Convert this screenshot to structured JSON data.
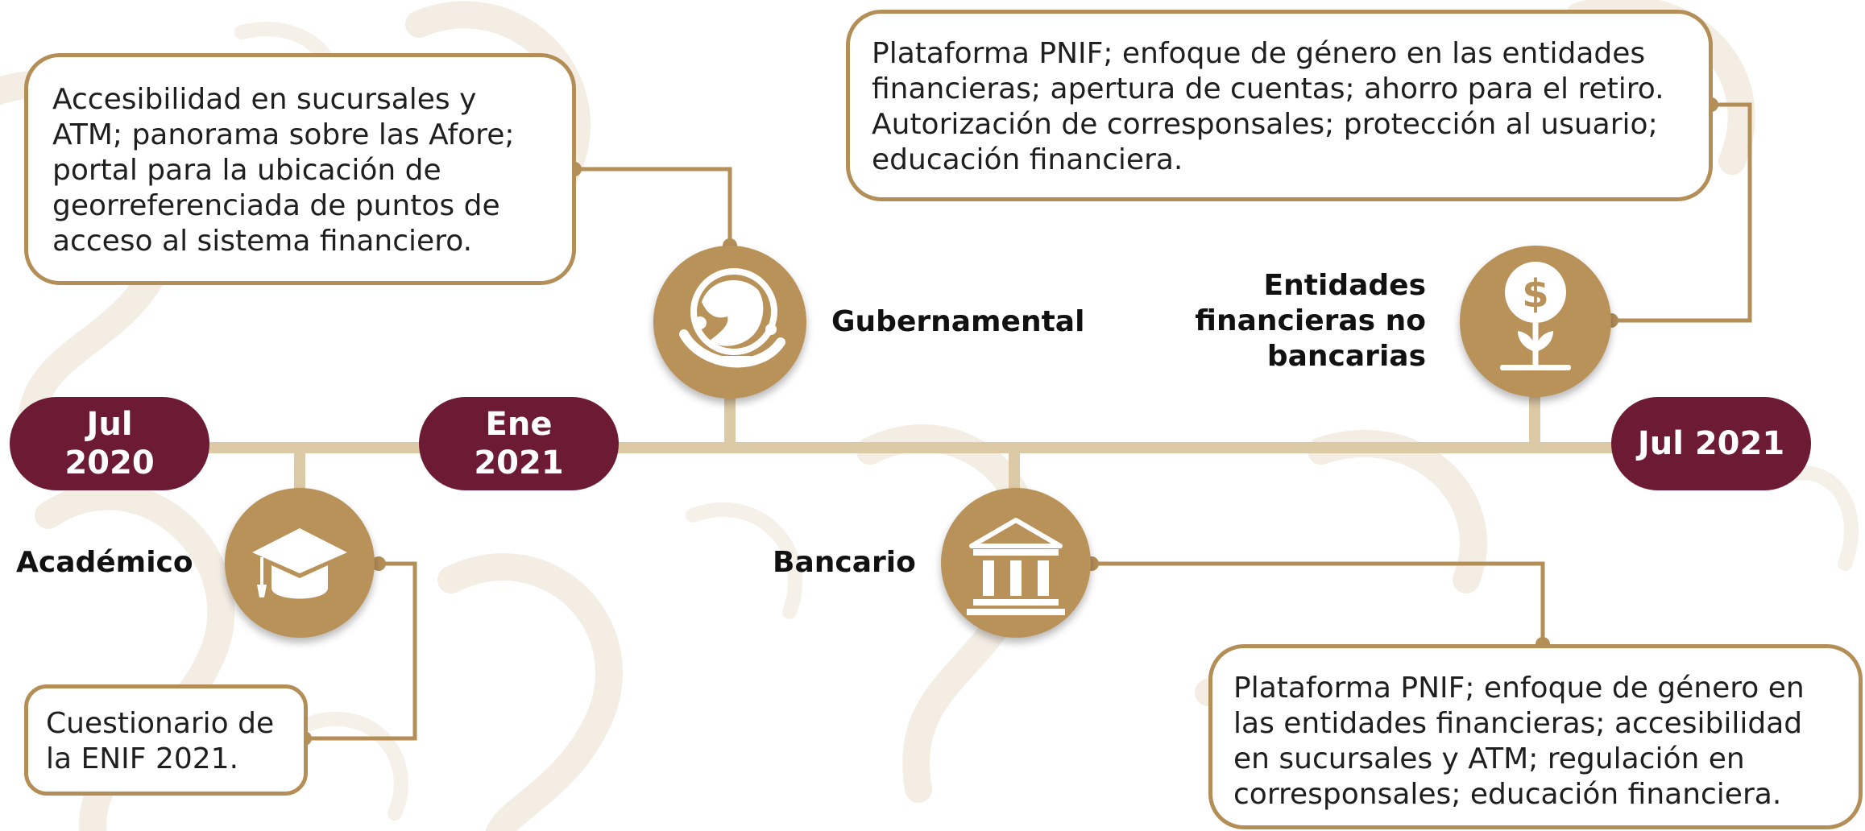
{
  "colors": {
    "accent_gold": "#b48e57",
    "icon_gold": "#b9925a",
    "timeline_beige": "#dcc9a5",
    "date_maroon": "#6d1a34",
    "text_dark": "#1f1f1f"
  },
  "dates": {
    "start": {
      "line1": "Jul",
      "line2": "2020"
    },
    "mid": {
      "line1": "Ene",
      "line2": "2021"
    },
    "end": {
      "line1": "Jul 2021"
    }
  },
  "categories": {
    "academico": {
      "label": "Académico",
      "icon": "graduation-cap-icon",
      "description": [
        "Cuestionario de",
        "la ENIF 2021."
      ]
    },
    "gubernamental": {
      "label": "Gubernamental",
      "icon": "national-emblem-icon",
      "description": [
        "Accesibilidad en sucursales y",
        "ATM; panorama sobre las Afore;",
        "portal para la ubicación de",
        "georreferenciada de puntos de",
        "acceso al sistema financiero."
      ]
    },
    "bancario": {
      "label": "Bancario",
      "icon": "bank-building-icon",
      "description": [
        "Plataforma PNIF; enfoque de género en",
        "las entidades financieras; accesibilidad",
        "en sucursales y ATM; regulación en",
        "corresponsales; educación financiera."
      ]
    },
    "no_bancarias": {
      "label": [
        "Entidades",
        "financieras no",
        "bancarias"
      ],
      "icon": "money-plant-icon",
      "description": [
        "Plataforma PNIF; enfoque de género en las entidades",
        "financieras; apertura de cuentas; ahorro para el retiro.",
        "Autorización de corresponsales; protección al usuario;",
        "educación financiera."
      ]
    }
  }
}
